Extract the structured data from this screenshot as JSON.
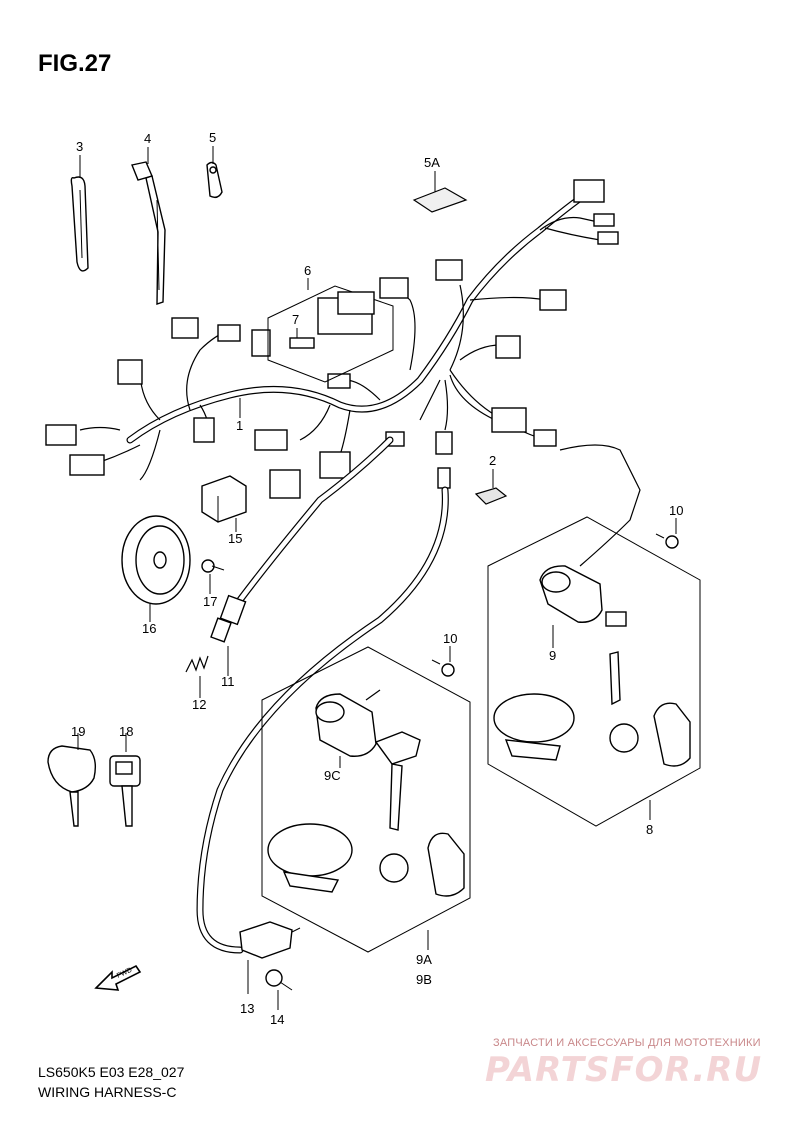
{
  "figure": {
    "title": "FIG.27",
    "code": "LS650K5 E03 E28_027",
    "caption": "WIRING HARNESS-C"
  },
  "watermark": {
    "top_text": "ЗАПЧАСТИ И АКСЕССУАРЫ ДЛЯ МОТОТЕХНИКИ",
    "logo_text": "PARTSFOR.RU"
  },
  "callouts": {
    "p1": "1",
    "p2": "2",
    "p3": "3",
    "p4": "4",
    "p5": "5",
    "p5a": "5A",
    "p6": "6",
    "p7": "7",
    "p8": "8",
    "p9": "9",
    "p9a": "9A",
    "p9b": "9B",
    "p9c": "9C",
    "p10a": "10",
    "p10b": "10",
    "p11": "11",
    "p12": "12",
    "p13": "13",
    "p14": "14",
    "p15": "15",
    "p16": "16",
    "p17": "17",
    "p18": "18",
    "p19": "19"
  },
  "direction_marker": {
    "label": "FWD"
  }
}
